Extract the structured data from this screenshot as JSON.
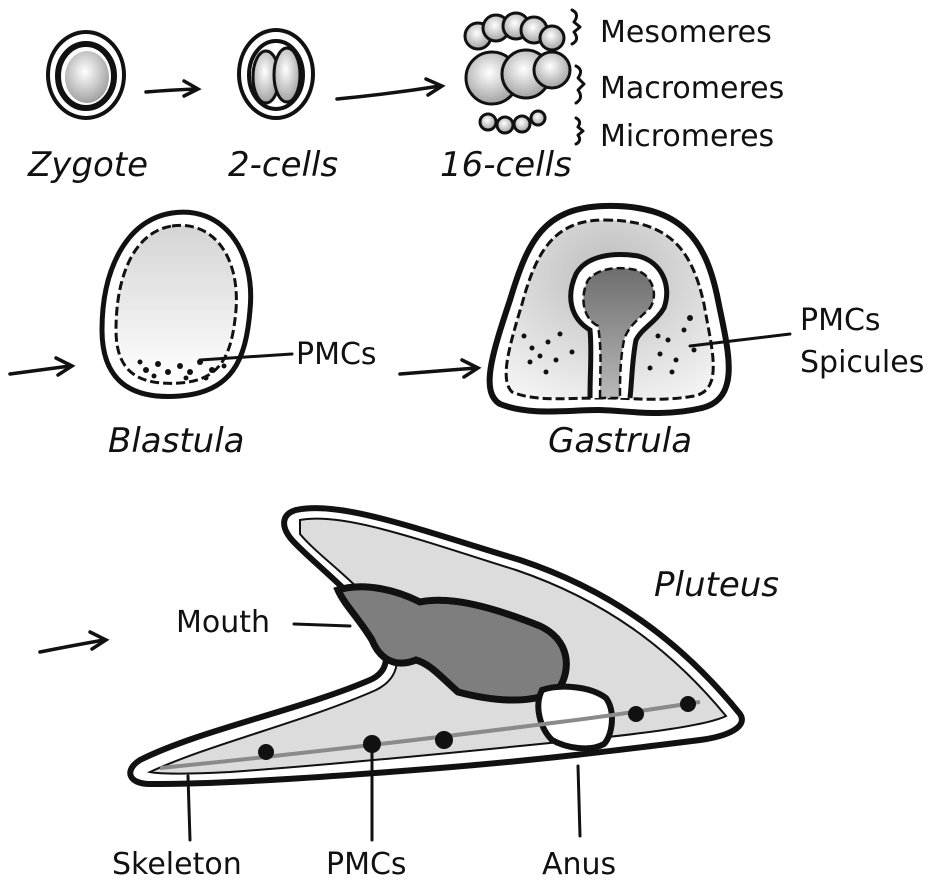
{
  "stages": {
    "zygote": "Zygote",
    "two_cells": "2-cells",
    "sixteen_cells": "16-cells",
    "blastula": "Blastula",
    "gastrula": "Gastrula",
    "pluteus": "Pluteus"
  },
  "cell_tiers": {
    "mesomeres": "Mesomeres",
    "macromeres": "Macromeres",
    "micromeres": "Micromeres"
  },
  "labels": {
    "blastula_pmcs": "PMCs",
    "gastrula_pmcs": "PMCs",
    "gastrula_spicules": "Spicules",
    "mouth": "Mouth",
    "skeleton": "Skeleton",
    "pluteus_pmcs": "PMCs",
    "anus": "Anus"
  }
}
